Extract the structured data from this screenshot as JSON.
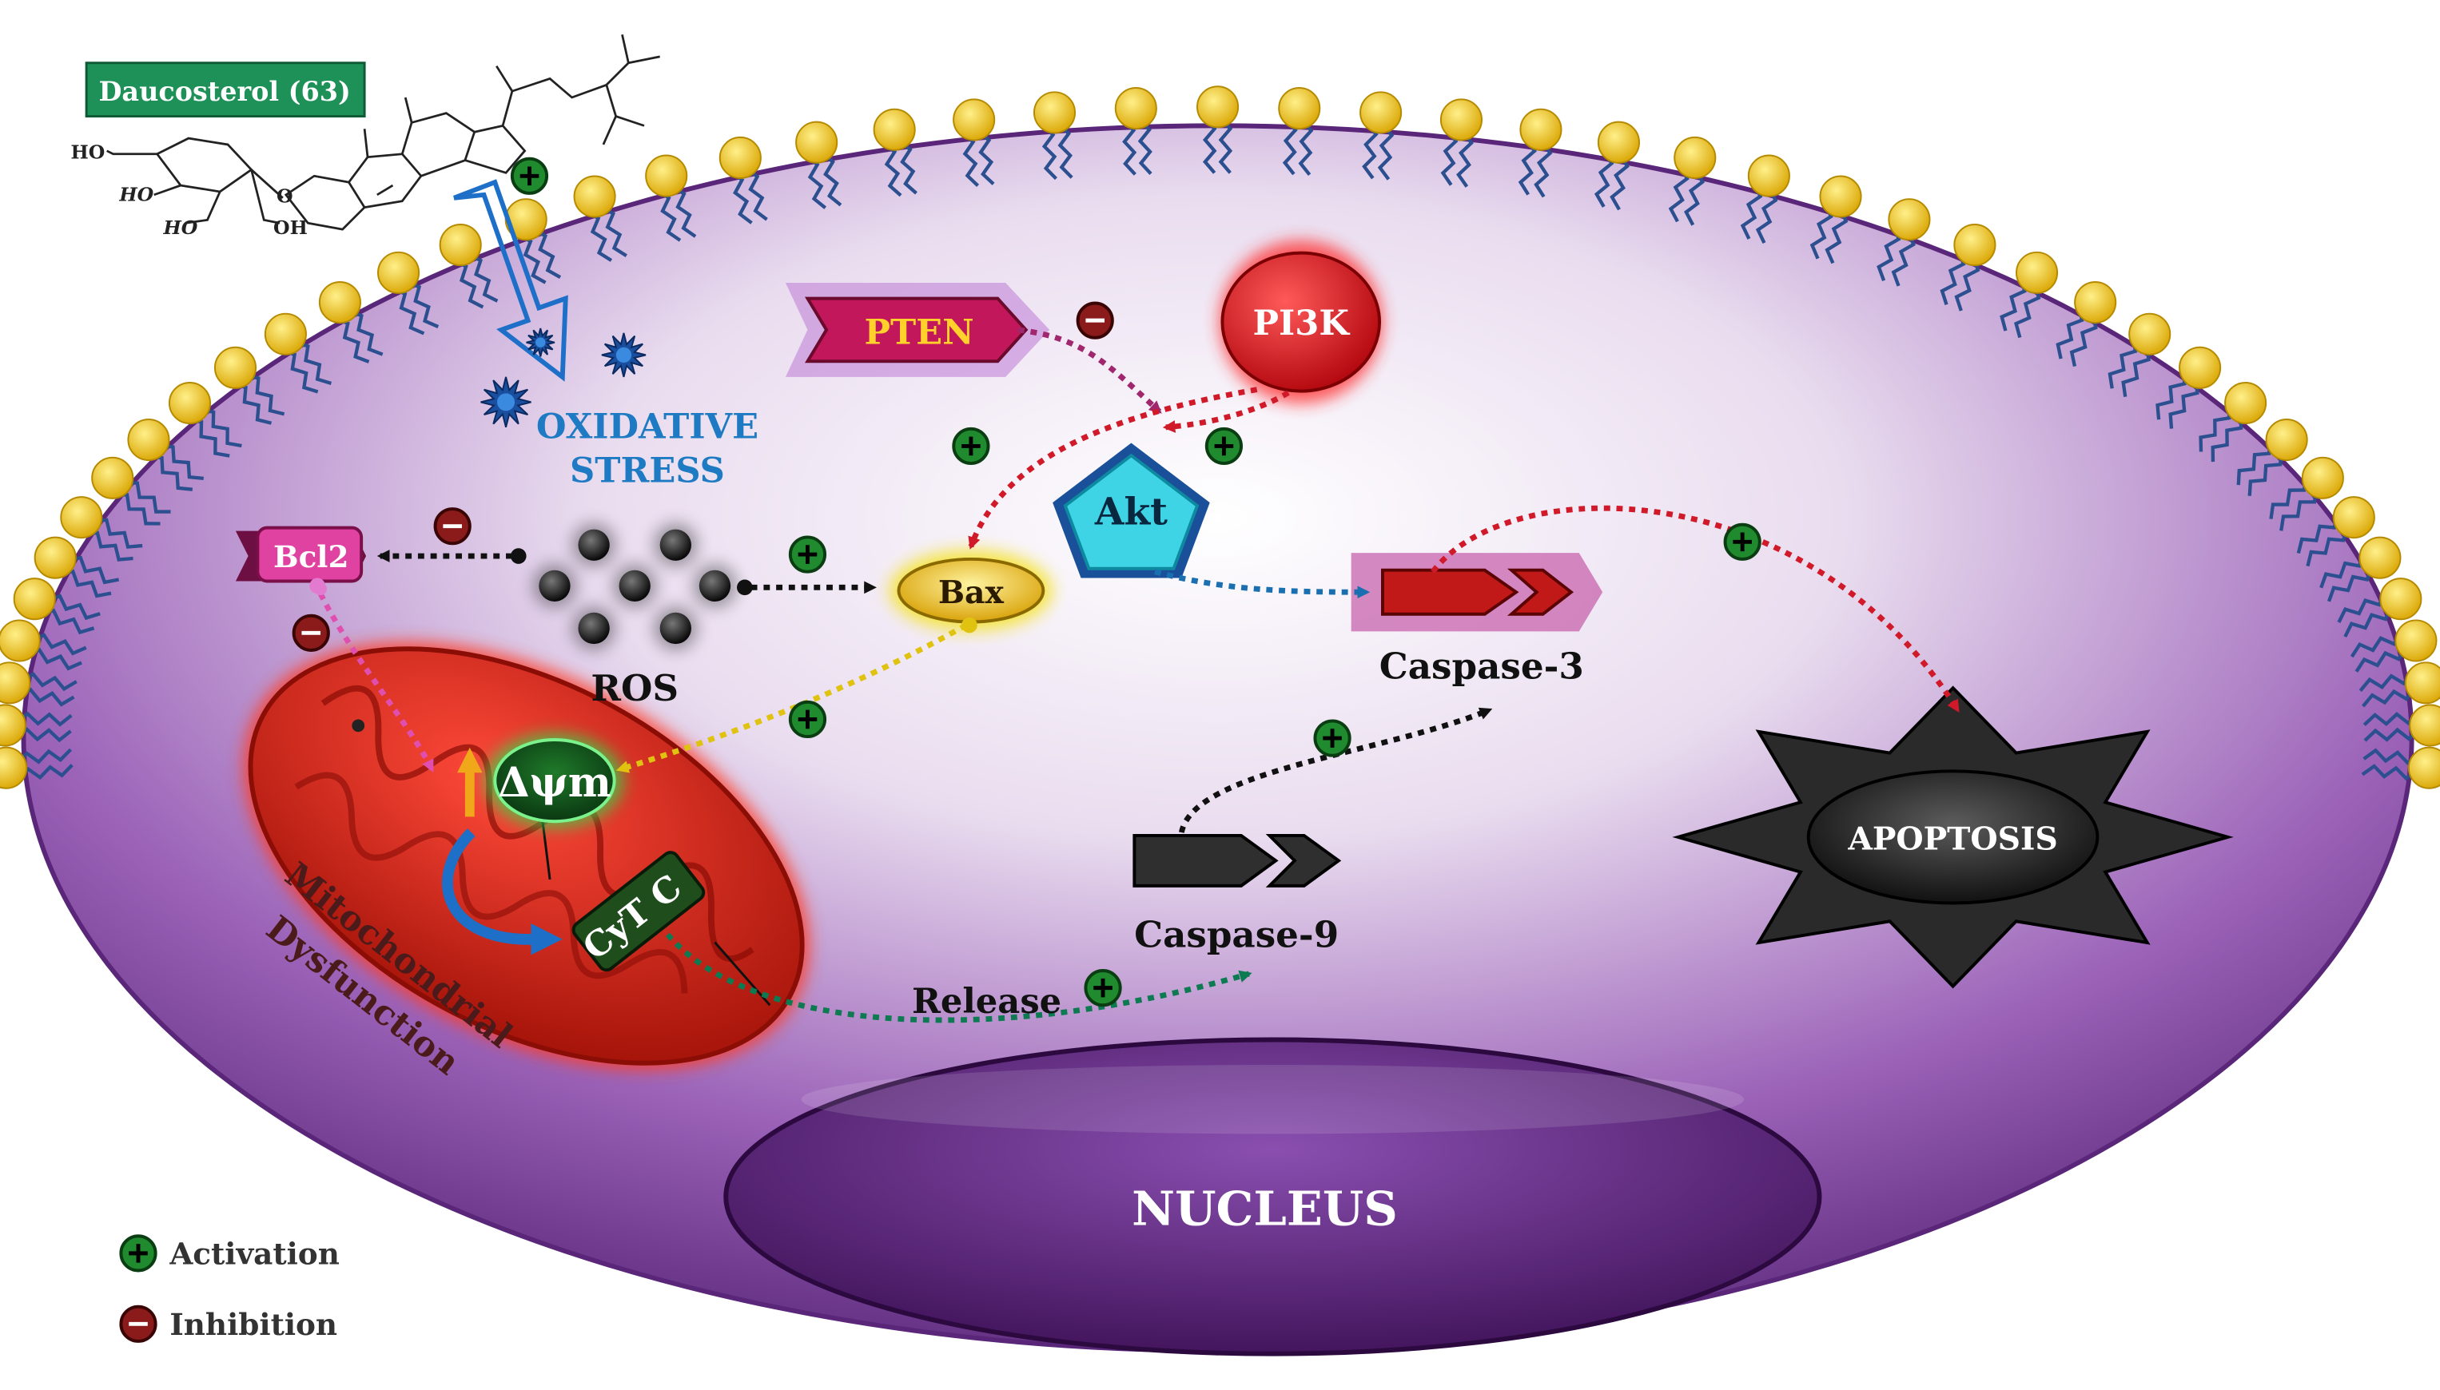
{
  "compound": {
    "label": "Daucosterol (63)"
  },
  "structure": {
    "ho1": "HO",
    "ho2": "HO",
    "ho3": "HO",
    "oh": "OH",
    "o": "O"
  },
  "oxidative_stress": {
    "line1": "OXIDATIVE",
    "line2": "STRESS"
  },
  "nodes": {
    "pten": "PTEN",
    "pi3k": "PI3K",
    "akt": "Akt",
    "bcl2": "Bcl2",
    "bax": "Bax",
    "ros": "ROS",
    "dpsi": "Δψm",
    "cytc": "CyT C",
    "caspase3": "Caspase-3",
    "caspase9": "Caspase-9",
    "apoptosis": "APOPTOSIS",
    "nucleus": "NUCLEUS"
  },
  "mitochondria": {
    "line1": "Mitochondrial",
    "line2": "Dysfunction"
  },
  "release": "Release",
  "legend": {
    "activation": "Activation",
    "inhibition": "Inhibition"
  },
  "colors": {
    "activation": "#1f8a2e",
    "inhibition": "#8b1a1a",
    "cell": "#7a3a9c",
    "membrane_head": "#f2c81e",
    "membrane_tail": "#2b4f8f",
    "pten": "#c2175b",
    "pi3k": "#e0101a",
    "akt": "#38c6d8",
    "bax": "#f1d21a",
    "mito": "#d62415",
    "caspase3": "#c11818",
    "caspase9": "#333333",
    "oxidative_text": "#1e7ac2"
  }
}
